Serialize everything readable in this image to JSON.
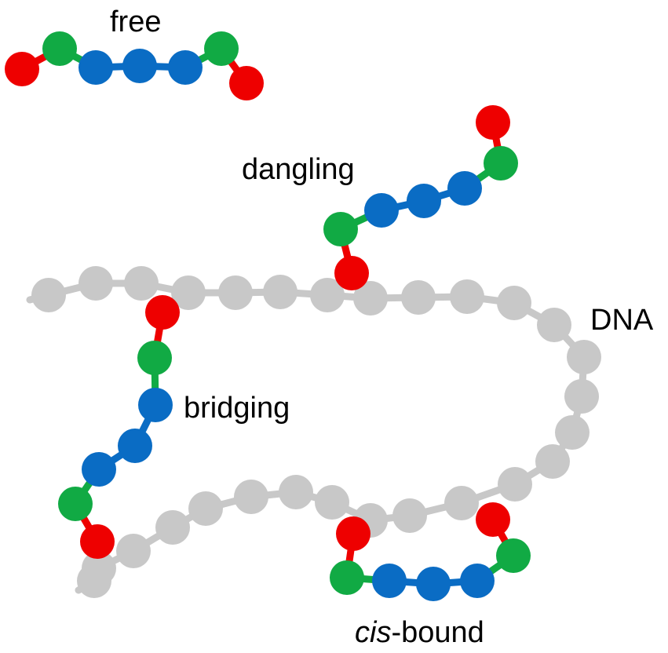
{
  "labels": {
    "free": "free",
    "dangling": "dangling",
    "dna": "DNA",
    "bridging": "bridging",
    "cis_italic": "cis",
    "cis_rest": "-bound"
  },
  "colors": {
    "dna_bead": "#c8c8c8",
    "dna_link": "#c8c8c8",
    "end_red": "#ee0000",
    "hinge_green": "#11aa44",
    "core_blue": "#0a6cc4",
    "link_red": "#ee0000",
    "link_green": "#11aa44",
    "link_blue": "#0a6cc4"
  }
}
